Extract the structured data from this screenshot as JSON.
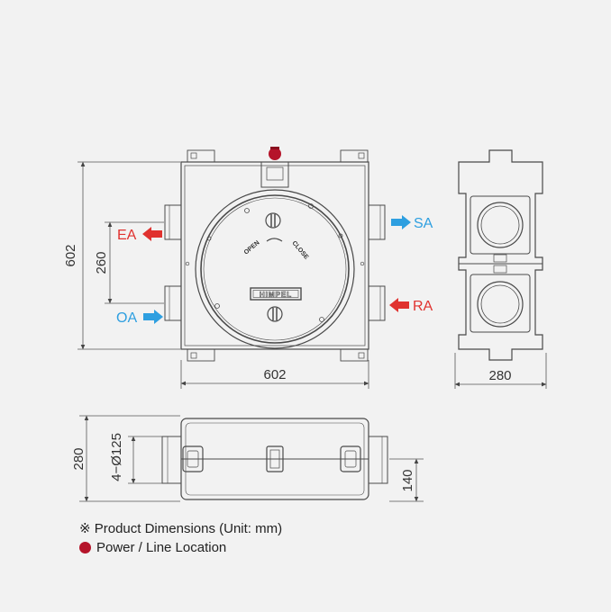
{
  "dimensions": {
    "front_height": "602",
    "front_width": "602",
    "port_spacing": "260",
    "side_width": "280",
    "bottom_height": "280",
    "port_diameter": "4−Ø125",
    "port_center_height": "140"
  },
  "ports": [
    {
      "code": "EA",
      "direction": "out",
      "color": "#e0322f"
    },
    {
      "code": "SA",
      "direction": "out",
      "color": "#2e9fe0"
    },
    {
      "code": "OA",
      "direction": "in",
      "color": "#2e9fe0"
    },
    {
      "code": "RA",
      "direction": "in",
      "color": "#e0322f"
    }
  ],
  "panel_labels": {
    "open": "OPEN",
    "close": "CLOSE"
  },
  "brand_logo": "HIMPEL",
  "legend": {
    "note": "※ Product Dimensions (Unit: mm)",
    "power_label": "Power / Line Location",
    "power_color": "#b5142a"
  },
  "colors": {
    "background": "#f2f2f2",
    "line": "#4a4a4a",
    "dimension_line": "#555555"
  }
}
